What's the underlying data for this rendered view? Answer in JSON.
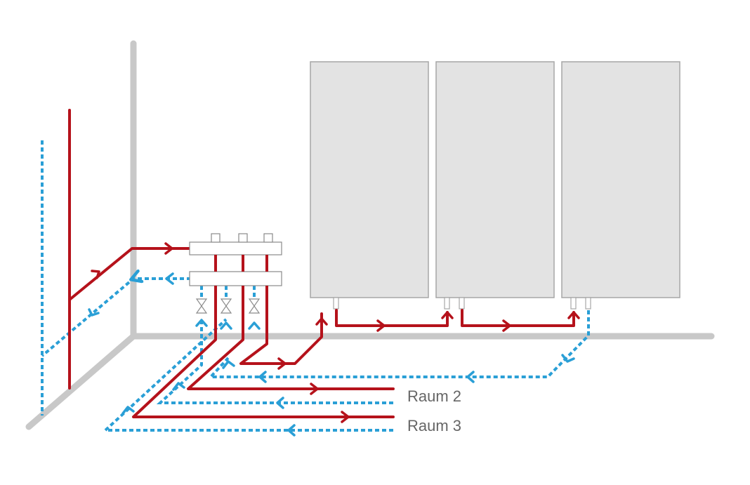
{
  "labels": {
    "room_2": "Raum 2",
    "room_3": "Raum 3"
  },
  "colors": {
    "supply": "#b5121b",
    "return": "#2a9fd6",
    "wall": "#c8c8c8",
    "radiator_fill": "#e3e3e3",
    "radiator_stroke": "#a6a6a6",
    "label": "#666666"
  },
  "radiators": [
    {
      "name": "radiator-1"
    },
    {
      "name": "radiator-2"
    },
    {
      "name": "radiator-3"
    }
  ],
  "manifold_valves": 3
}
